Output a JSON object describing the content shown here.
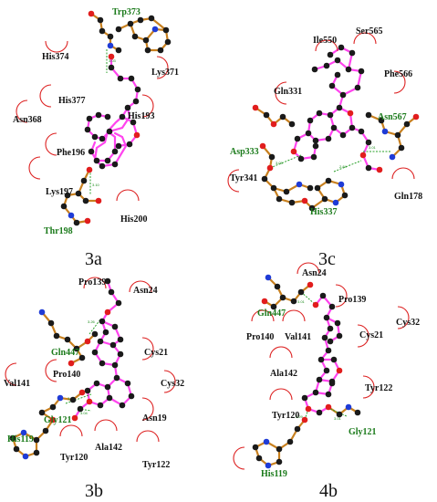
{
  "panels": [
    {
      "id": "3a",
      "label": "3a",
      "residues": [
        "His374",
        "Lys371",
        "His377",
        "Asn368",
        "His193",
        "Phe196",
        "Lys197",
        "His200"
      ],
      "hbond_residues": [
        "Trp373",
        "Thr198"
      ],
      "distances": [
        "3.03",
        "3.10"
      ]
    },
    {
      "id": "3c",
      "label": "3c",
      "residues": [
        "Ile550",
        "Ser565",
        "Phe566",
        "Gln331",
        "Tyr341",
        "Gln178"
      ],
      "hbond_residues": [
        "Asn567",
        "Asp333",
        "His337"
      ],
      "distances": [
        "3.05",
        "3.01",
        "2.84"
      ]
    },
    {
      "id": "3b",
      "label": "3b",
      "residues": [
        "Pro139",
        "Asn24",
        "Cys21",
        "Val141",
        "Pro140",
        "Cys32",
        "Asn19",
        "Tyr120",
        "Ala142",
        "Tyr122"
      ],
      "hbond_residues": [
        "Gln447",
        "Gly121",
        "His119"
      ],
      "distances": [
        "3.26",
        "3.07",
        "3.04"
      ]
    },
    {
      "id": "4b",
      "label": "4b",
      "residues": [
        "Asn24",
        "Pro139",
        "Cys32",
        "Pro140",
        "Val141",
        "Cys21",
        "Ala142",
        "Tyr122",
        "Tyr120"
      ],
      "hbond_residues": [
        "Gln447",
        "Gly121",
        "His119"
      ],
      "distances": [
        "3.01",
        "3.29",
        "3.01"
      ]
    }
  ],
  "colors": {
    "residue_text": "#111111",
    "hbond_text": "#1a7a1a",
    "hbond_line": "#2aa02a",
    "hydrophobic_arc": "#dd2222",
    "carbon": "#1a1a1a",
    "oxygen": "#e11d1d",
    "nitrogen": "#1f3bd6",
    "protein_bond": "#c8801f",
    "ligand_bond": "#ff44ee"
  }
}
